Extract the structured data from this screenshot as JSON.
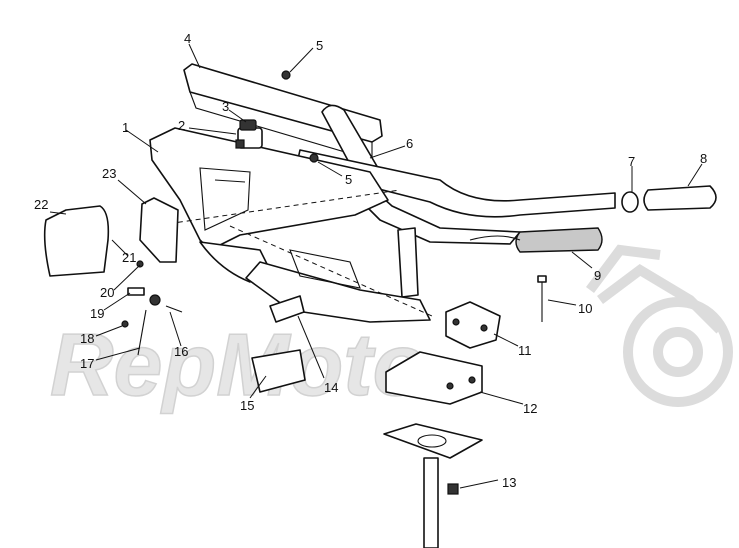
{
  "watermark": {
    "text": "RepMoto"
  },
  "callouts": [
    "1",
    "2",
    "3",
    "4",
    "5",
    "5",
    "6",
    "7",
    "8",
    "9",
    "10",
    "11",
    "12",
    "13",
    "14",
    "15",
    "16",
    "17",
    "18",
    "19",
    "20",
    "21",
    "22",
    "23"
  ]
}
